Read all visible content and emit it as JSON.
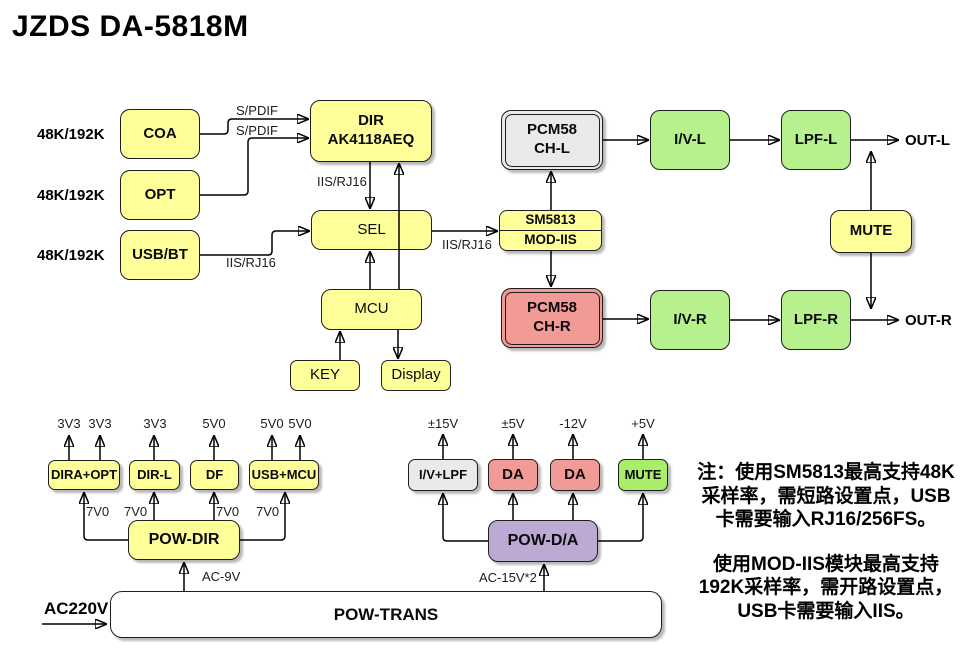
{
  "title": "JZDS DA-5818M",
  "colors": {
    "box_yellow": "#ffff99",
    "box_green": "#b6f18e",
    "box_green_bright": "#a9ee69",
    "box_red": "#f29b96",
    "box_gray": "#eaeaea",
    "box_purple": "#bcaad4",
    "box_white": "#ffffff",
    "line": "#000000"
  },
  "inputs": {
    "rate": "48K/192K",
    "coa": "COA",
    "opt": "OPT",
    "usb_bt": "USB/BT"
  },
  "labels": {
    "spdif": "S/PDIF",
    "iis_rj16": "IIS/RJ16"
  },
  "core": {
    "dir_line1": "DIR",
    "dir_line2": "AK4118AEQ",
    "sel": "SEL",
    "mcu": "MCU",
    "key": "KEY",
    "display": "Display",
    "sm5813_line1": "SM5813",
    "sm5813_line2": "MOD-IIS",
    "pcm58_l_line1": "PCM58",
    "pcm58_l_line2": "CH-L",
    "pcm58_r_line1": "PCM58",
    "pcm58_r_line2": "CH-R"
  },
  "analog": {
    "iv_l": "I/V-L",
    "lpf_l": "LPF-L",
    "out_l": "OUT-L",
    "iv_r": "I/V-R",
    "lpf_r": "LPF-R",
    "out_r": "OUT-R",
    "mute": "MUTE"
  },
  "power_dir": {
    "outputs": [
      "3V3",
      "3V3",
      "3V3",
      "5V0",
      "5V0",
      "5V0"
    ],
    "boxes": [
      "DIRA+OPT",
      "DIR-L",
      "DF",
      "USB+MCU"
    ],
    "rails": [
      "7V0",
      "7V0",
      "7V0",
      "7V0"
    ],
    "pow": "POW-DIR",
    "ac_in": "AC-9V"
  },
  "power_da": {
    "outputs": [
      "±15V",
      "±5V",
      "-12V",
      "+5V"
    ],
    "boxes": [
      "I/V+LPF",
      "DA",
      "DA",
      "MUTE"
    ],
    "pow": "POW-D/A",
    "ac_in": "AC-15V*2"
  },
  "trans": {
    "pow": "POW-TRANS",
    "ac_in": "AC220V"
  },
  "note": {
    "p1": [
      "注：使用SM5813最高支持48K",
      "采样率，需短路设置点，USB",
      "卡需要输入RJ16/256FS。"
    ],
    "p2": [
      "使用MOD-IIS模块最高支持",
      "192K采样率，需开路设置点，",
      "USB卡需要输入IIS。"
    ]
  }
}
